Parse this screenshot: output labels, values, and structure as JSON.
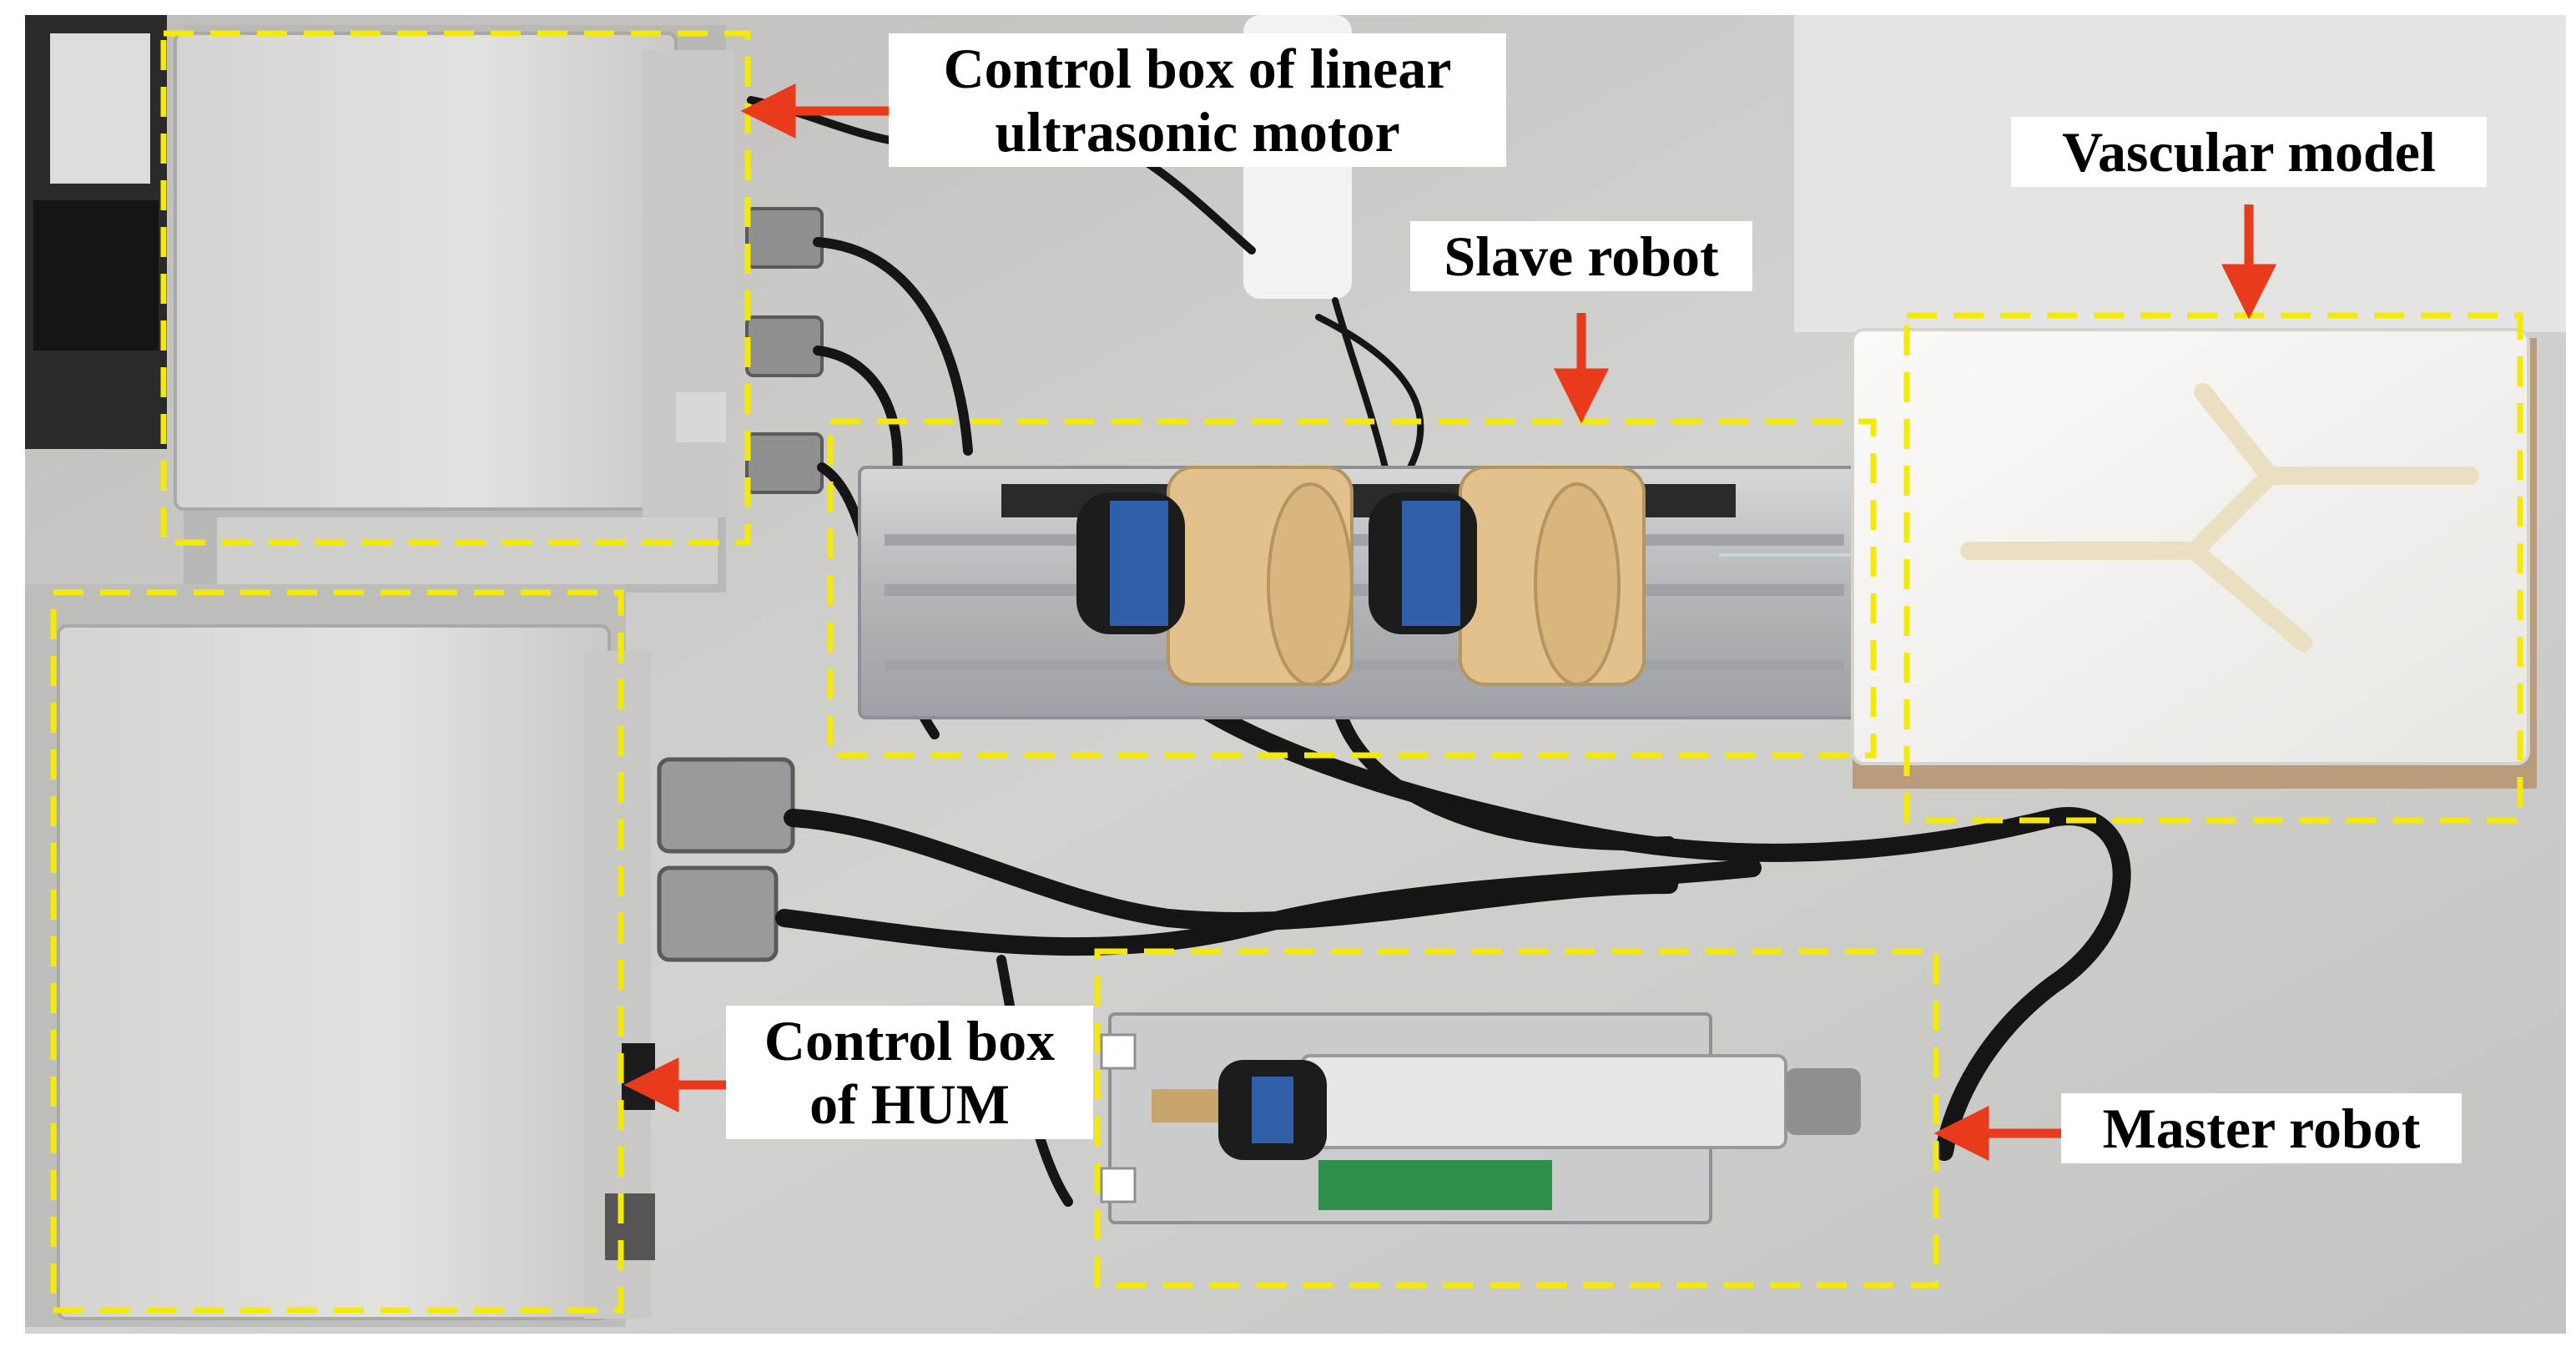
{
  "labels": {
    "control_box_motor": {
      "line1": "Control box of linear",
      "line2": "ultrasonic motor"
    },
    "vascular_model": "Vascular model",
    "slave_robot": "Slave robot",
    "control_box_hum": {
      "line1": "Control box",
      "line2": "of HUM"
    },
    "master_robot": "Master robot"
  },
  "colors": {
    "annotation_box": "#f5e90a",
    "arrow": "#ea3a1c",
    "table_surface": "#c9c9c6",
    "enclosure": "#dcdcd9",
    "vascular_model": "#f4f2ee",
    "vessel": "#eadfc0",
    "aluminum_rail": "#b9bbbd",
    "cable": "#151515",
    "motor_mount": "#e2c28c",
    "motor_body": "#1c1c1c"
  }
}
